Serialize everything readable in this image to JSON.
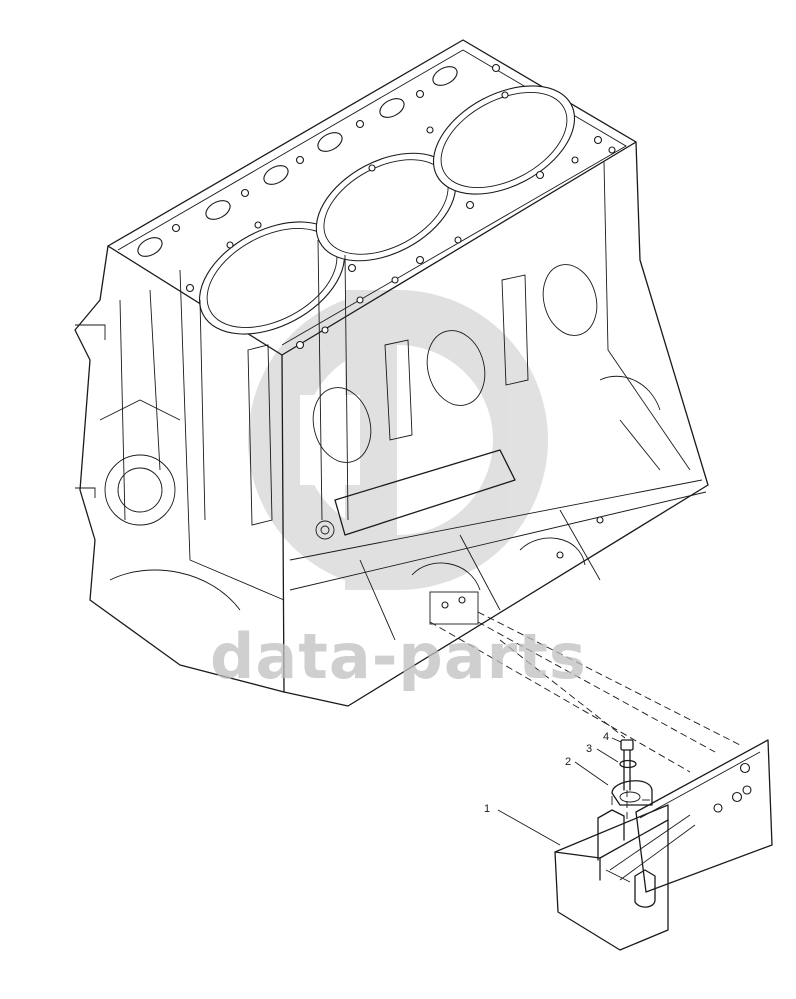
{
  "watermark": {
    "text": "data-parts",
    "color": "#bfbfbf"
  },
  "callouts": [
    {
      "id": "1",
      "label": "1"
    },
    {
      "id": "2",
      "label": "2"
    },
    {
      "id": "3",
      "label": "3"
    },
    {
      "id": "4",
      "label": "4"
    }
  ],
  "colors": {
    "line": "#1a1a1a",
    "background": "#ffffff",
    "watermark": "#bfbfbf"
  }
}
